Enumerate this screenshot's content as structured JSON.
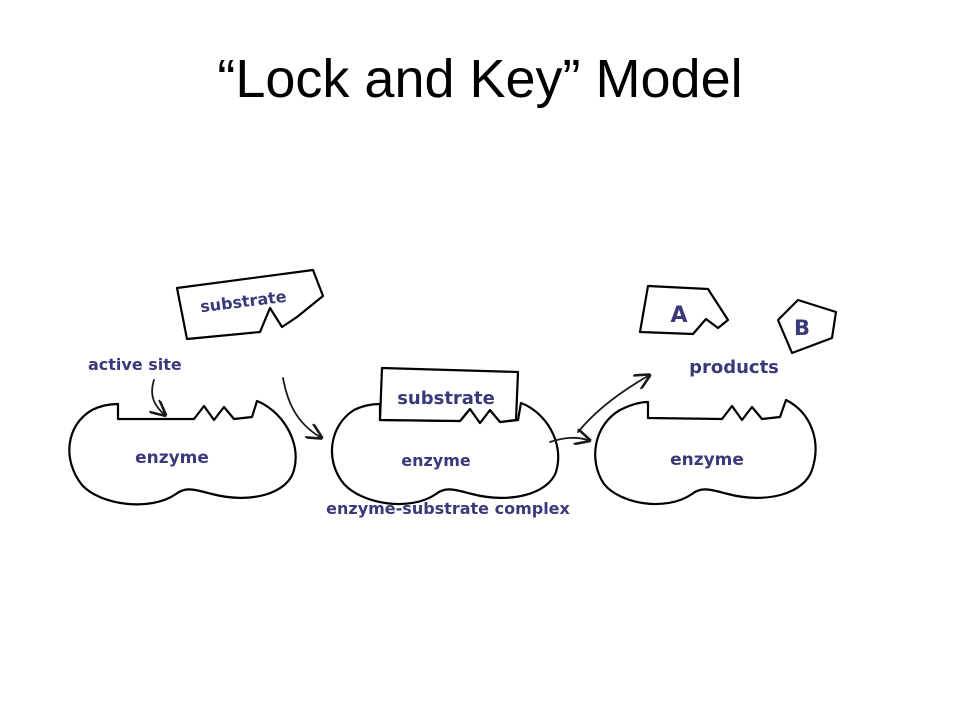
{
  "title": "“Lock and Key” Model",
  "labels": {
    "active_site": "active site",
    "substrate_free": "substrate",
    "enzyme_left": "enzyme",
    "substrate_bound": "substrate",
    "enzyme_middle": "enzyme",
    "complex": "enzyme-substrate complex",
    "product_a": "A",
    "product_b": "B",
    "products": "products",
    "enzyme_right": "enzyme"
  },
  "colors": {
    "label_text": "#3a3a7a",
    "outline": "#000000"
  }
}
